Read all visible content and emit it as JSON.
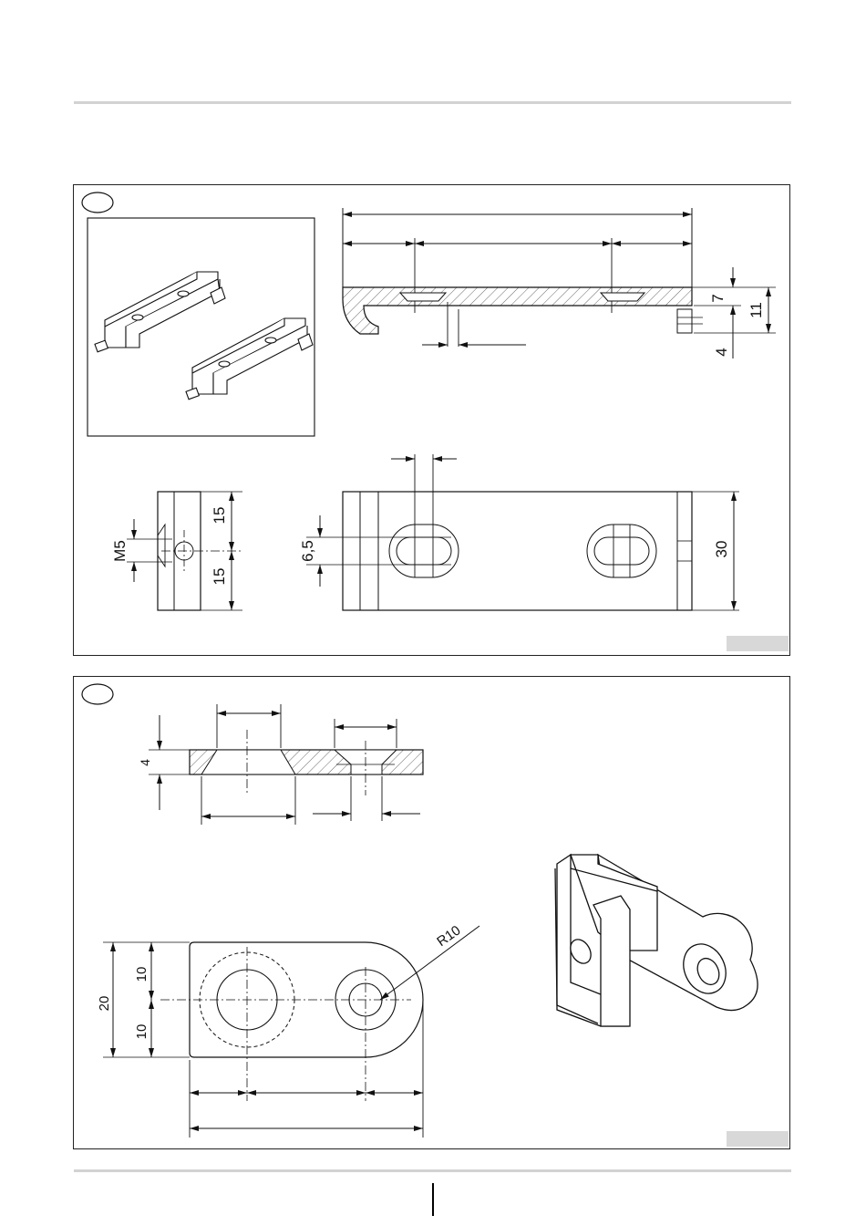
{
  "panel_1": {
    "dims": {
      "d7": "7",
      "d11": "11",
      "d4": "4",
      "d15a": "15",
      "d15b": "15",
      "m5": "M5",
      "d65": "6,5",
      "d30": "30"
    }
  },
  "panel_2": {
    "dims": {
      "d4": "4",
      "d20": "20",
      "d10a": "10",
      "d10b": "10",
      "r10": "R10"
    }
  }
}
